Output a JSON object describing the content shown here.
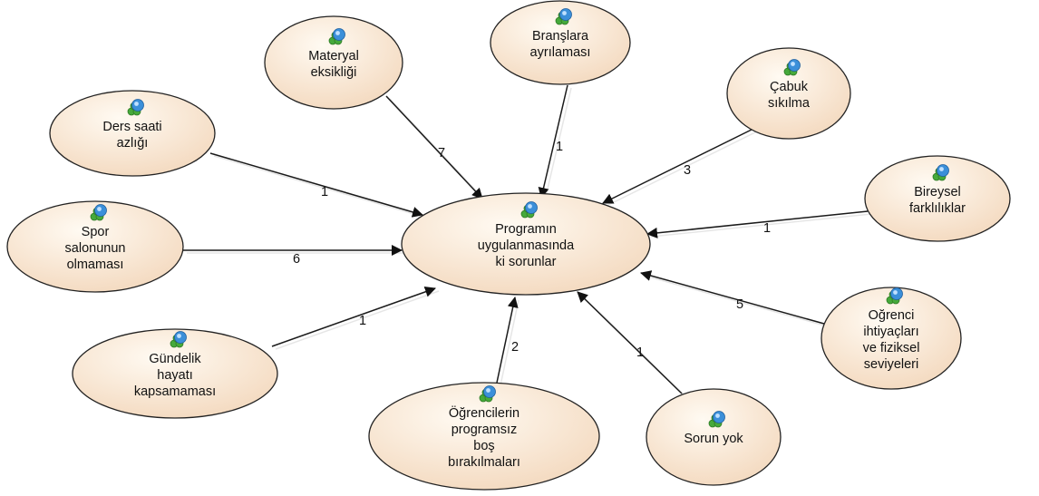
{
  "diagram": {
    "center": {
      "id": "center",
      "lines": [
        "Programın",
        "uygulanmasında",
        "ki sorunlar"
      ]
    },
    "nodes": [
      {
        "id": "materyal",
        "lines": [
          "Materyal",
          "eksikliği"
        ],
        "edge_label": "7"
      },
      {
        "id": "branslara",
        "lines": [
          "Branşlara",
          "ayrılaması"
        ],
        "edge_label": "1"
      },
      {
        "id": "cabuk",
        "lines": [
          "Çabuk",
          "sıkılma"
        ],
        "edge_label": "3"
      },
      {
        "id": "ders",
        "lines": [
          "Ders saati",
          "azlığı"
        ],
        "edge_label": "1"
      },
      {
        "id": "bireysel",
        "lines": [
          "Bireysel",
          "farklılıklar"
        ],
        "edge_label": "1"
      },
      {
        "id": "spor",
        "lines": [
          "Spor",
          "salonunun",
          "olmaması"
        ],
        "edge_label": "6"
      },
      {
        "id": "ogrenci-ihtiyac",
        "lines": [
          "Oğrenci",
          "ihtiyaçları",
          "ve fiziksel",
          "seviyeleri"
        ],
        "edge_label": "5"
      },
      {
        "id": "gundelik",
        "lines": [
          "Gündelik",
          "hayatı",
          "kapsamaması"
        ],
        "edge_label": "1"
      },
      {
        "id": "ogrencilerin",
        "lines": [
          "Öğrencilerin",
          "programsız",
          "boş",
          "bırakılmaları"
        ],
        "edge_label": "2"
      },
      {
        "id": "sorun",
        "lines": [
          "Sorun yok"
        ],
        "edge_label": "1"
      }
    ],
    "colors": {
      "node_fill_light": "#fffaf2",
      "node_fill_dark": "#f3d8bd",
      "edge": "#1a1a1a",
      "icon_blue": "#3b8fd9",
      "icon_green": "#46a93b"
    },
    "node_icon": "concept-icon"
  }
}
